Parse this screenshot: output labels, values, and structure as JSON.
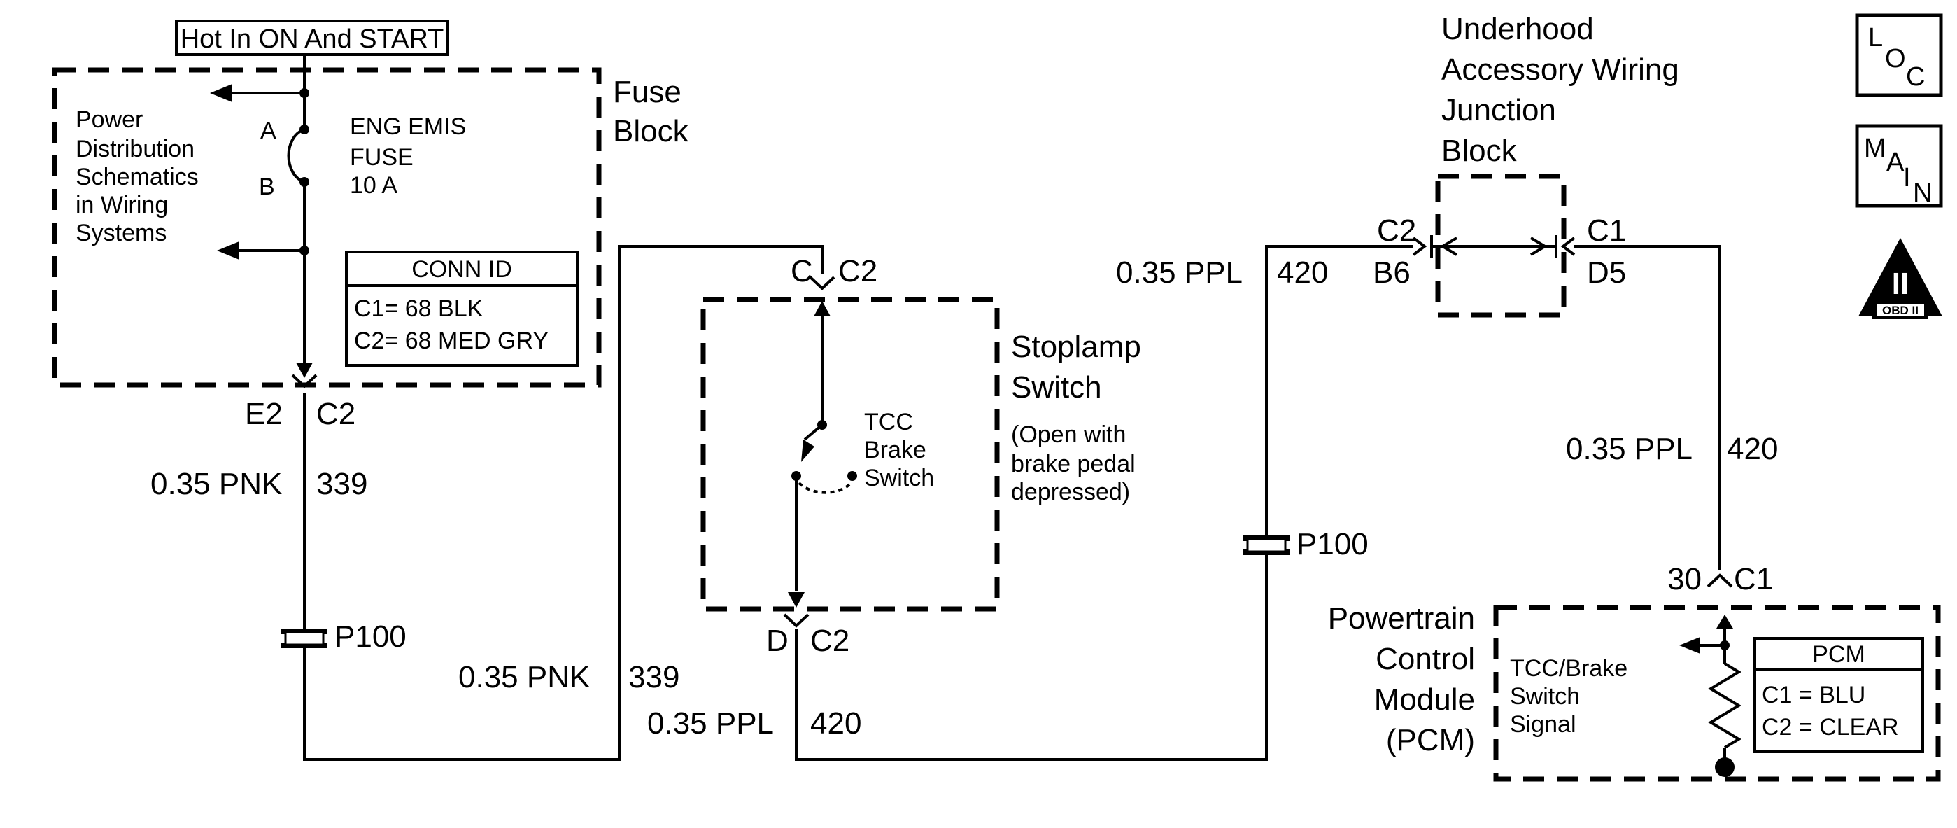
{
  "hot_label": "Hot In ON And START",
  "fuse_block": {
    "title_l1": "Fuse",
    "title_l2": "Block",
    "power_dist": [
      "Power",
      "Distribution",
      "Schematics",
      "in Wiring",
      "Systems"
    ],
    "pin_a": "A",
    "pin_b": "B",
    "fuse_l1": "ENG EMIS",
    "fuse_l2": "FUSE",
    "fuse_l3": "10 A",
    "conn_title": "CONN ID",
    "conn_c1": "C1= 68 BLK",
    "conn_c2": "C2= 68 MED GRY",
    "out_pin": "E2",
    "out_conn": "C2"
  },
  "wires": {
    "pnk_size": "0.35 PNK",
    "pnk_circuit": "339",
    "ppl_size": "0.35 PPL",
    "ppl_circuit": "420",
    "splice": "P100"
  },
  "stoplamp": {
    "pin_c": "C",
    "conn_c": "C2",
    "pin_d": "D",
    "conn_d": "C2",
    "title_l1": "Stoplamp",
    "title_l2": "Switch",
    "note_l1": "(Open with",
    "note_l2": "brake pedal",
    "note_l3": "depressed)",
    "switch_l1": "TCC",
    "switch_l2": "Brake",
    "switch_l3": "Switch"
  },
  "junction": {
    "title": [
      "Underhood",
      "Accessory Wiring",
      "Junction",
      "Block"
    ],
    "left_conn": "C2",
    "left_pin": "B6",
    "right_conn": "C1",
    "right_pin": "D5"
  },
  "pcm": {
    "title": [
      "Powertrain",
      "Control",
      "Module",
      "(PCM)"
    ],
    "pin": "30",
    "conn": "C1",
    "signal": [
      "TCC/Brake",
      "Switch",
      "Signal"
    ],
    "id_title": "PCM",
    "id_c1": "C1 = BLU",
    "id_c2": "C2 = CLEAR"
  },
  "icons": {
    "loc": [
      "L",
      "O",
      "C"
    ],
    "main": [
      "M",
      "A",
      "I",
      "N"
    ],
    "obd_numeral": "II",
    "obd_label": "OBD II"
  }
}
